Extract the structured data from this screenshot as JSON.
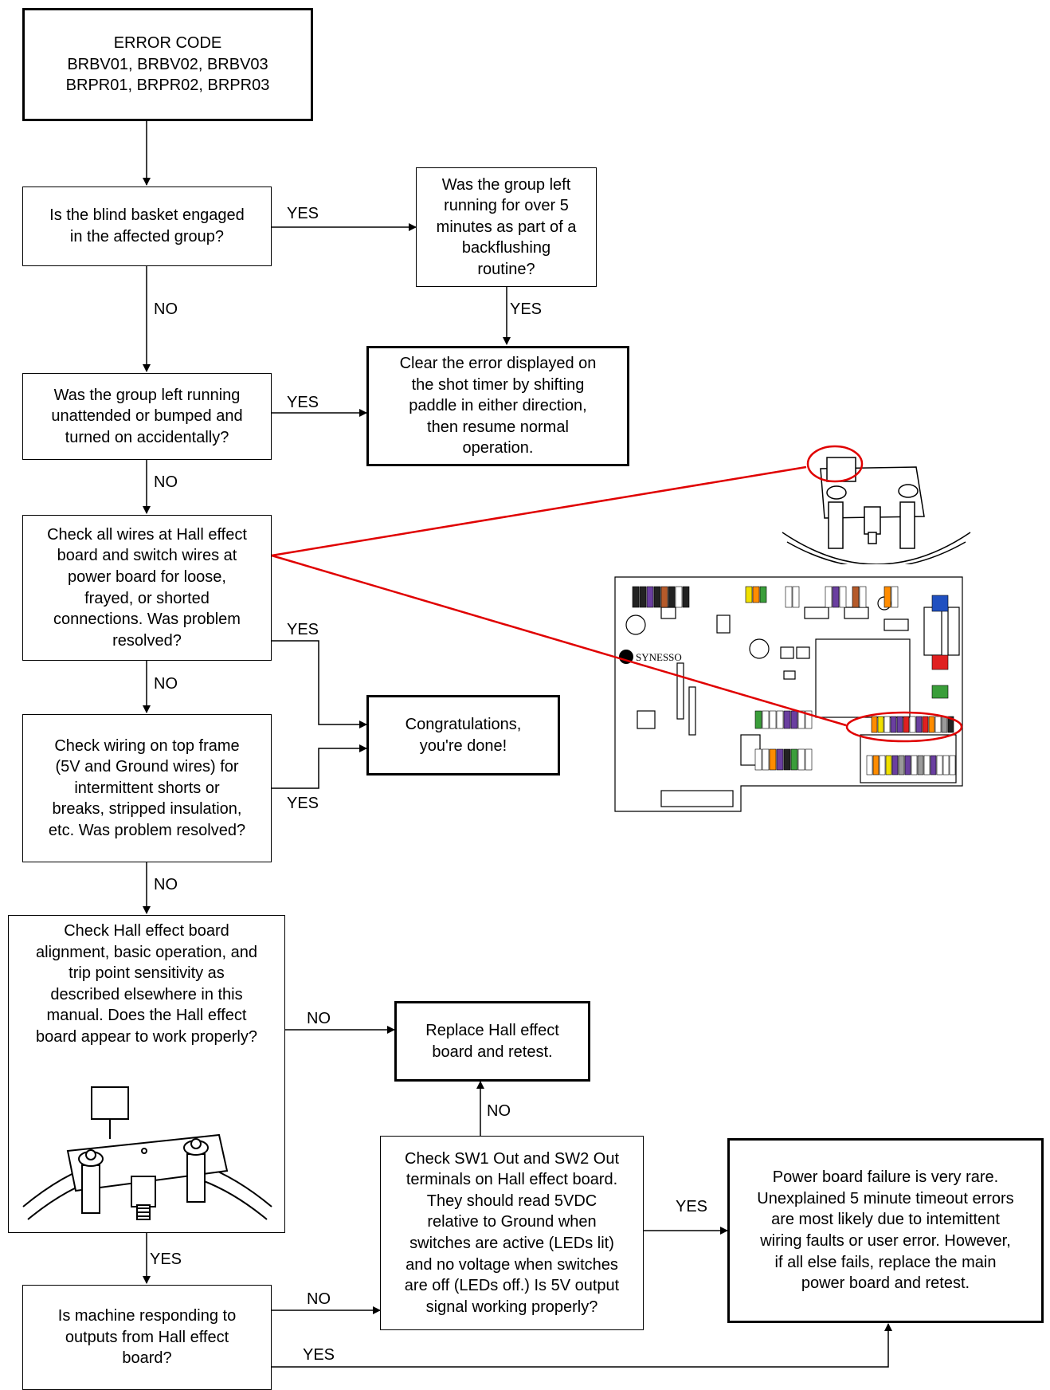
{
  "nodes": {
    "error_code": "ERROR CODE\nBRBV01, BRBV02, BRBV03\nBRPR01, BRPR02, BRPR03",
    "blind_basket": "Is the blind basket engaged\nin the affected group?",
    "backflush": "Was the group left\nrunning for over 5\nminutes as part of a\nbackflushing\nroutine?",
    "left_running": "Was the group left running\nunattended or bumped and\nturned on accidentally?",
    "clear_error": "Clear the error displayed on\nthe shot timer by shifting\npaddle in either direction,\nthen resume normal\noperation.",
    "check_wires": "Check all wires at Hall effect\nboard and switch wires at\npower board for loose,\nfrayed, or shorted\nconnections. Was problem\nresolved?",
    "congrats": "Congratulations,\nyou're done!",
    "check_top_frame": "Check wiring on top frame\n(5V and Ground wires) for\nintermittent shorts or\nbreaks, stripped insulation,\netc. Was problem resolved?",
    "check_hall_board": "Check Hall effect board\nalignment, basic operation, and\ntrip point sensitivity as\ndescribed elsewhere in this\nmanual. Does the Hall effect\nboard appear to work properly?",
    "replace_hall": "Replace Hall effect\nboard and retest.",
    "check_sw": "Check SW1 Out and SW2 Out\nterminals on Hall effect board.\nThey should read 5VDC\nrelative to Ground when\nswitches are active (LEDs lit)\nand no voltage when switches\nare off (LEDs off.) Is 5V output\nsignal working properly?",
    "power_board": "Power board failure is very rare.\nUnexplained 5 minute timeout errors\nare most likely due to intemittent\nwiring faults or user error. However,\nif all else fails, replace the main\npower board and retest.",
    "machine_responding": "Is machine responding to\noutputs from Hall effect\nboard?"
  },
  "labels": {
    "blind_yes": "YES",
    "blind_no": "NO",
    "backflush_yes": "YES",
    "left_yes": "YES",
    "left_no": "NO",
    "wires_yes": "YES",
    "wires_no": "NO",
    "frame_yes": "YES",
    "frame_no": "NO",
    "hall_no": "NO",
    "hall_yes": "YES",
    "sw_no": "NO",
    "sw_yes": "YES",
    "machine_no": "NO",
    "machine_yes": "YES"
  },
  "board": {
    "brand": "SYNESSO"
  },
  "colors": {
    "callout": "#e00000",
    "wire_colors": [
      "#222222",
      "#6a3fa0",
      "#b55a2a",
      "#ff8c00",
      "#e02020",
      "#f0e000",
      "#3a9e3a",
      "#2050c0",
      "#9a9a9a",
      "#ffffff"
    ]
  }
}
